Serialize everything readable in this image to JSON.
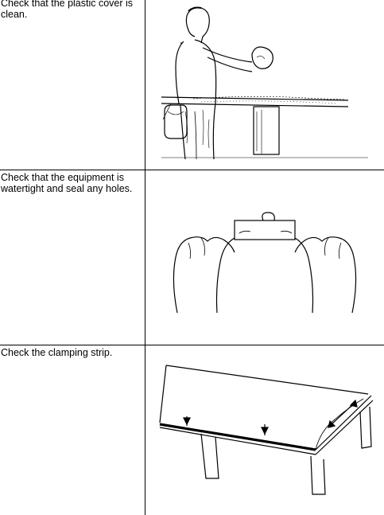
{
  "steps": [
    {
      "text": "Check that the plastic cover is clean.",
      "illustration": "person-wiping-cover-illustration"
    },
    {
      "text": "Check that the equipment is watertight and seal any holes.",
      "illustration": "hands-sealing-hole-illustration"
    },
    {
      "text": "Check the clamping strip.",
      "illustration": "clamping-strip-illustration"
    }
  ]
}
